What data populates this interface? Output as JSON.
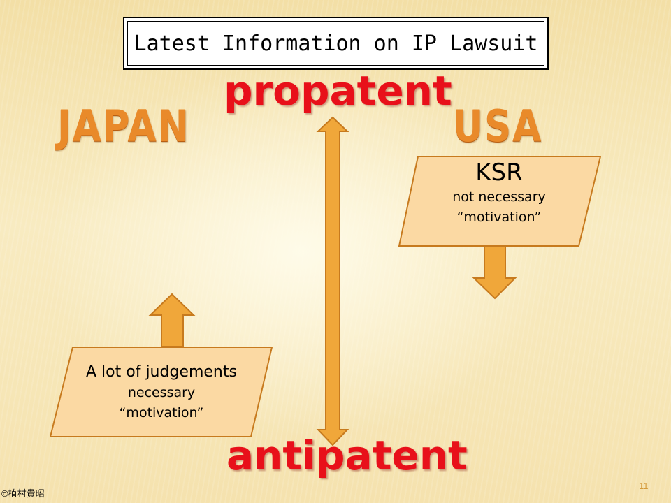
{
  "title": "Latest Information on IP Lawsuit",
  "axis": {
    "top_label": "propatent",
    "bottom_label": "antipatent"
  },
  "countries": {
    "left": "JAPAN",
    "right": "USA"
  },
  "usa_box": {
    "title": "KSR",
    "line1": "not necessary",
    "line2": "“motivation”",
    "arrow": "down"
  },
  "japan_box": {
    "title": "A lot of judgements",
    "line1": "necessary",
    "line2": "“motivation”",
    "arrow": "up"
  },
  "footer": {
    "copyright": "©植村貴昭",
    "page_number": "11"
  },
  "colors": {
    "red_text": "#e8101a",
    "orange": "#e98a2a",
    "box_fill": "#fbd9a3",
    "arrow_fill": "#f0a73a"
  }
}
